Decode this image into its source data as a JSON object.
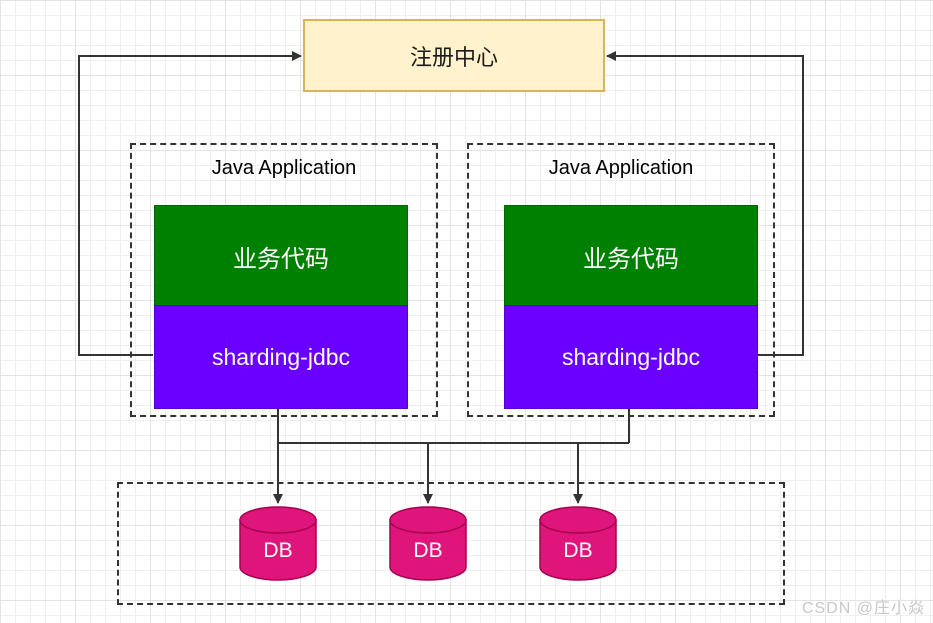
{
  "diagram": {
    "registry": {
      "label": "注册中心"
    },
    "applications": [
      {
        "title": "Java Application",
        "business_label": "业务代码",
        "jdbc_label": "sharding-jdbc"
      },
      {
        "title": "Java Application",
        "business_label": "业务代码",
        "jdbc_label": "sharding-jdbc"
      }
    ],
    "databases": [
      {
        "label": "DB"
      },
      {
        "label": "DB"
      },
      {
        "label": "DB"
      }
    ],
    "watermark": "CSDN @庄小焱",
    "colors": {
      "registry_fill": "#FFF2CC",
      "registry_border": "#D6B656",
      "business_fill": "#008000",
      "jdbc_fill": "#6A00FF",
      "db_fill": "#E0157B",
      "db_border": "#A50050",
      "connector": "#333333"
    }
  }
}
